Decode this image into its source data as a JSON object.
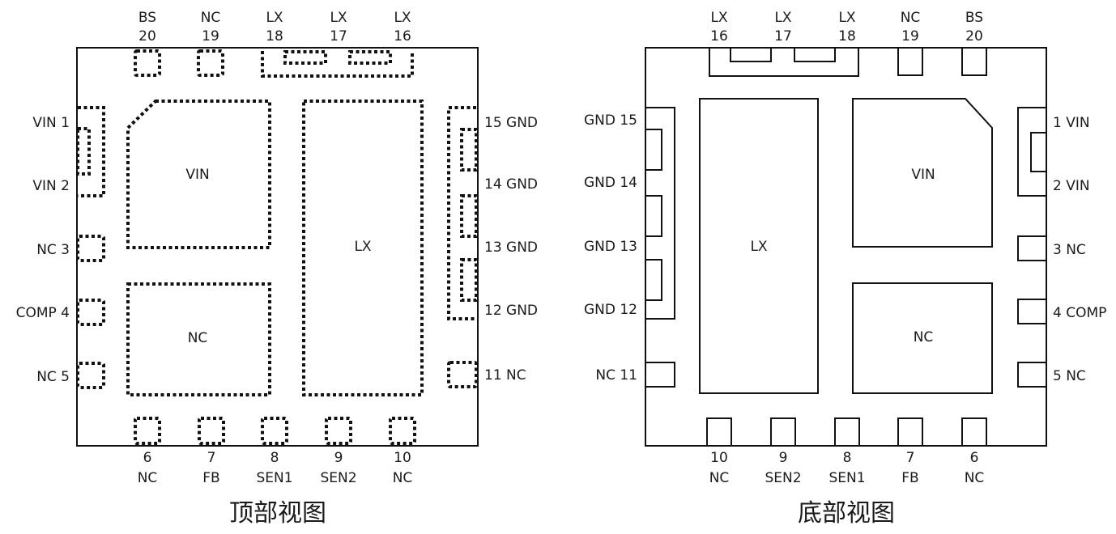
{
  "top_view": {
    "caption": "顶部视图",
    "top_pins": [
      {
        "name": "BS",
        "num": "20"
      },
      {
        "name": "NC",
        "num": "19"
      },
      {
        "name": "LX",
        "num": "18"
      },
      {
        "name": "LX",
        "num": "17"
      },
      {
        "name": "LX",
        "num": "16"
      }
    ],
    "bottom_pins": [
      {
        "num": "6",
        "name": "NC"
      },
      {
        "num": "7",
        "name": "FB"
      },
      {
        "num": "8",
        "name": "SEN1"
      },
      {
        "num": "9",
        "name": "SEN2"
      },
      {
        "num": "10",
        "name": "NC"
      }
    ],
    "left_pins": [
      "VIN 1",
      "VIN 2",
      "NC 3",
      "COMP 4",
      "NC 5"
    ],
    "right_pins": [
      "15 GND",
      "14 GND",
      "13 GND",
      "12 GND",
      "11 NC"
    ],
    "pads": {
      "vin": "VIN",
      "nc": "NC",
      "lx": "LX"
    }
  },
  "bottom_view": {
    "caption": "底部视图",
    "top_pins": [
      {
        "name": "LX",
        "num": "16"
      },
      {
        "name": "LX",
        "num": "17"
      },
      {
        "name": "LX",
        "num": "18"
      },
      {
        "name": "NC",
        "num": "19"
      },
      {
        "name": "BS",
        "num": "20"
      }
    ],
    "bottom_pins": [
      {
        "num": "10",
        "name": "NC"
      },
      {
        "num": "9",
        "name": "SEN2"
      },
      {
        "num": "8",
        "name": "SEN1"
      },
      {
        "num": "7",
        "name": "FB"
      },
      {
        "num": "6",
        "name": "NC"
      }
    ],
    "left_pins": [
      "GND 15",
      "GND 14",
      "GND 13",
      "GND 12",
      "NC 11"
    ],
    "right_pins": [
      "1 VIN",
      "2 VIN",
      "3 NC",
      "4 COMP",
      "5 NC"
    ],
    "pads": {
      "lx": "LX",
      "vin": "VIN",
      "nc": "NC"
    }
  }
}
